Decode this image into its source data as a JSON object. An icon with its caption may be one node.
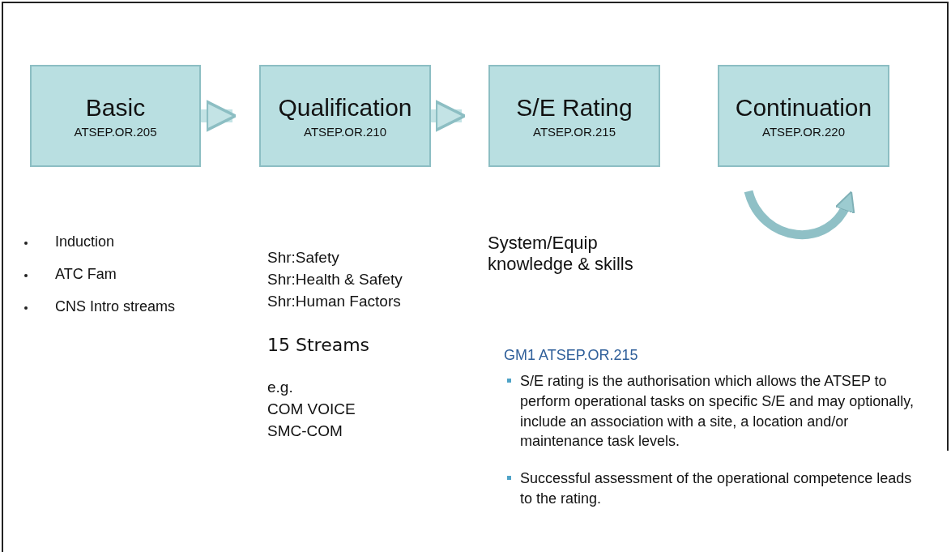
{
  "diagram": {
    "nodes": [
      {
        "text": [
          "Basic",
          "ATSEP.OR.205"
        ]
      },
      {
        "text": [
          "Qualification",
          "ATSEP.OR.210"
        ]
      },
      {
        "text": [
          "S/E Rating",
          "ATSEP.OR.215"
        ]
      },
      {
        "text": [
          "Continuation",
          "ATSEP.OR.220"
        ]
      }
    ],
    "edges": [
      {
        "from": 0,
        "to": 1,
        "arrow": "to"
      },
      {
        "from": 1,
        "to": 2,
        "arrow": "to"
      }
    ],
    "labels": [
      "Induction",
      "ATC Fam",
      "CNS Intro streams",
      "Shr:Safety",
      "Shr:Health & Safety",
      "Shr:Human Factors",
      "15 Streams",
      "e.g.",
      "COM VOICE",
      "SMC-COM",
      "System/Equip knowledge & skills",
      "GM1 ATSEP.OR.215",
      "S/E rating is the authorisation which allows the ATSEP to perform operational tasks on specific S/E and may optionally, include an association with a site, a location and/or maintenance task levels.",
      "Successful assessment of the operational competence leads to the rating."
    ]
  }
}
